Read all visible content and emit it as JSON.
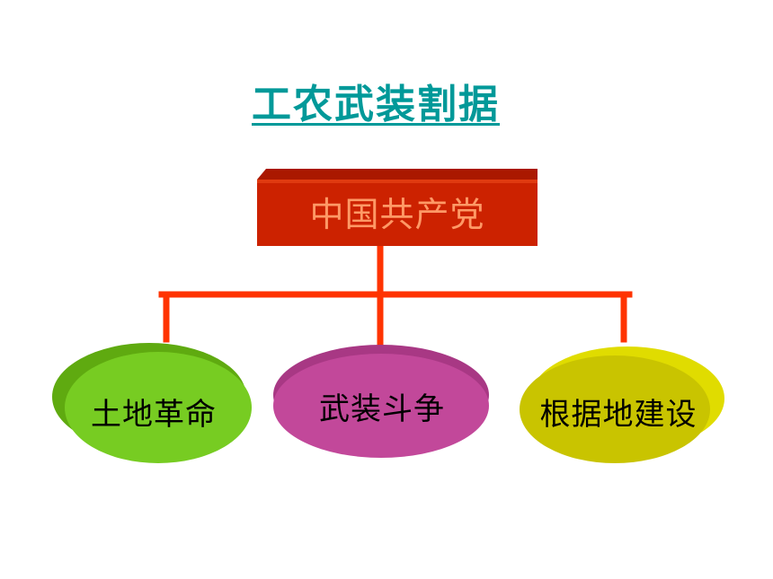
{
  "title": "工农武装割据",
  "root": {
    "label": "中国共产党"
  },
  "branches": [
    {
      "label": "土地革命"
    },
    {
      "label": "武装斗争"
    },
    {
      "label": "根据地建设"
    }
  ],
  "colors": {
    "title": "#009999",
    "root_fill": "#cc2200",
    "root_text": "#ff9966",
    "connector": "#ff3300",
    "branch_1": "#77cc22",
    "branch_2": "#c2489a",
    "branch_3": "#c9c400"
  }
}
